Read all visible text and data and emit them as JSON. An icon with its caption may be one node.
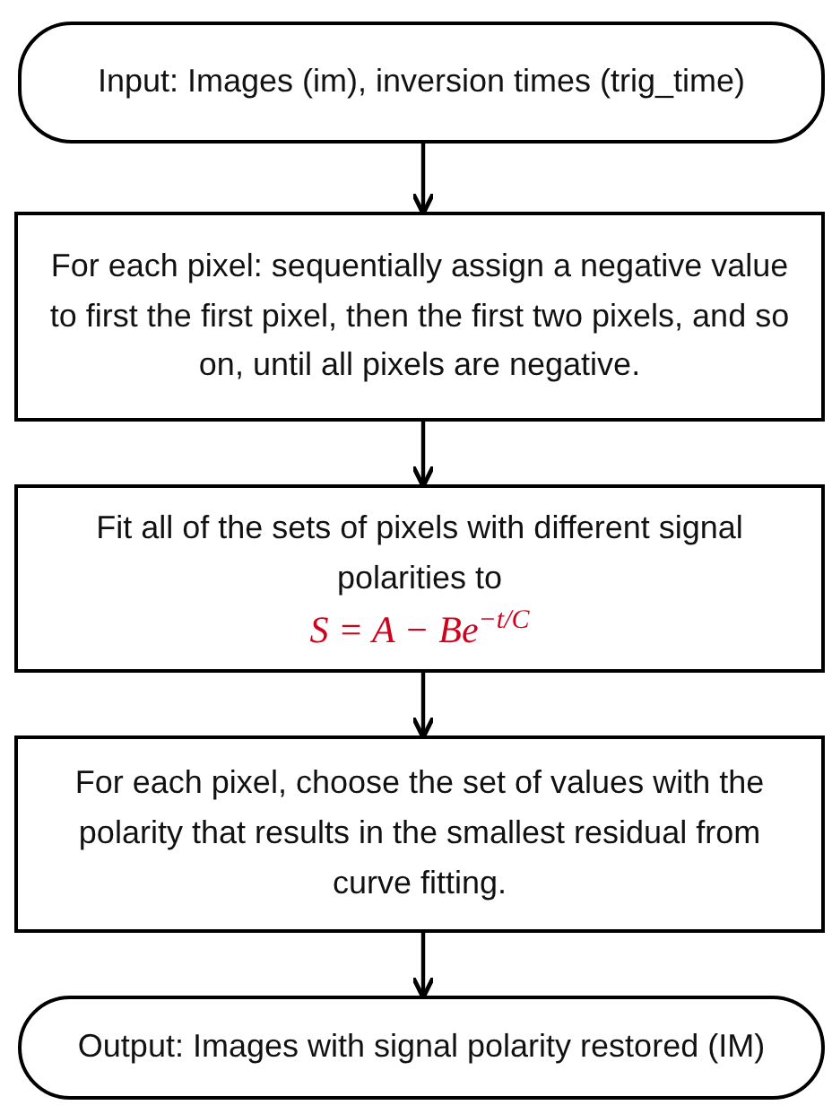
{
  "diagram": {
    "nodes": [
      {
        "text": [
          "Input: Images (im), inversion times (trig_time)"
        ]
      },
      {
        "text": [
          "For each pixel: sequentially assign a negative value to first the first pixel, then the first two pixels, and so on, until all pixels are negative."
        ]
      },
      {
        "text": [
          "Fit all of the sets of pixels with different signal polarities to",
          "S = A − Be$^{−t/C}$"
        ]
      },
      {
        "text": [
          "For each pixel, choose the set of values with the polarity that results in the smallest residual from curve fitting."
        ]
      },
      {
        "text": [
          "Output: Images with signal polarity restored (IM)"
        ]
      }
    ],
    "edges": [
      {
        "from": 0,
        "to": 1,
        "arrow": "to"
      },
      {
        "from": 1,
        "to": 2,
        "arrow": "to"
      },
      {
        "from": 2,
        "to": 3,
        "arrow": "to"
      },
      {
        "from": 3,
        "to": 4,
        "arrow": "to"
      }
    ]
  }
}
